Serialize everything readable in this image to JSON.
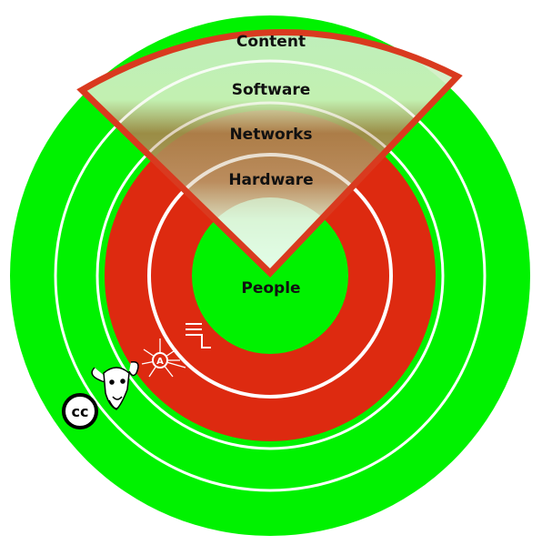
{
  "diagram": {
    "layers": {
      "content": "Content",
      "software": "Software",
      "networks": "Networks",
      "hardware": "Hardware",
      "people": "People"
    },
    "colors": {
      "green": "#00f200",
      "red": "#dd2a10",
      "white": "#ffffff",
      "wedge_outline": "#d93a1f",
      "wedge_top": "#c8f0c0",
      "wedge_brown": "#a8844c",
      "wedge_center": "#eafff0"
    },
    "icons": [
      {
        "name": "creative-commons-icon",
        "text": "cc"
      },
      {
        "name": "gnu-head-icon"
      },
      {
        "name": "open-hardware-icon",
        "text": "A"
      },
      {
        "name": "net-neutrality-icon"
      }
    ]
  }
}
